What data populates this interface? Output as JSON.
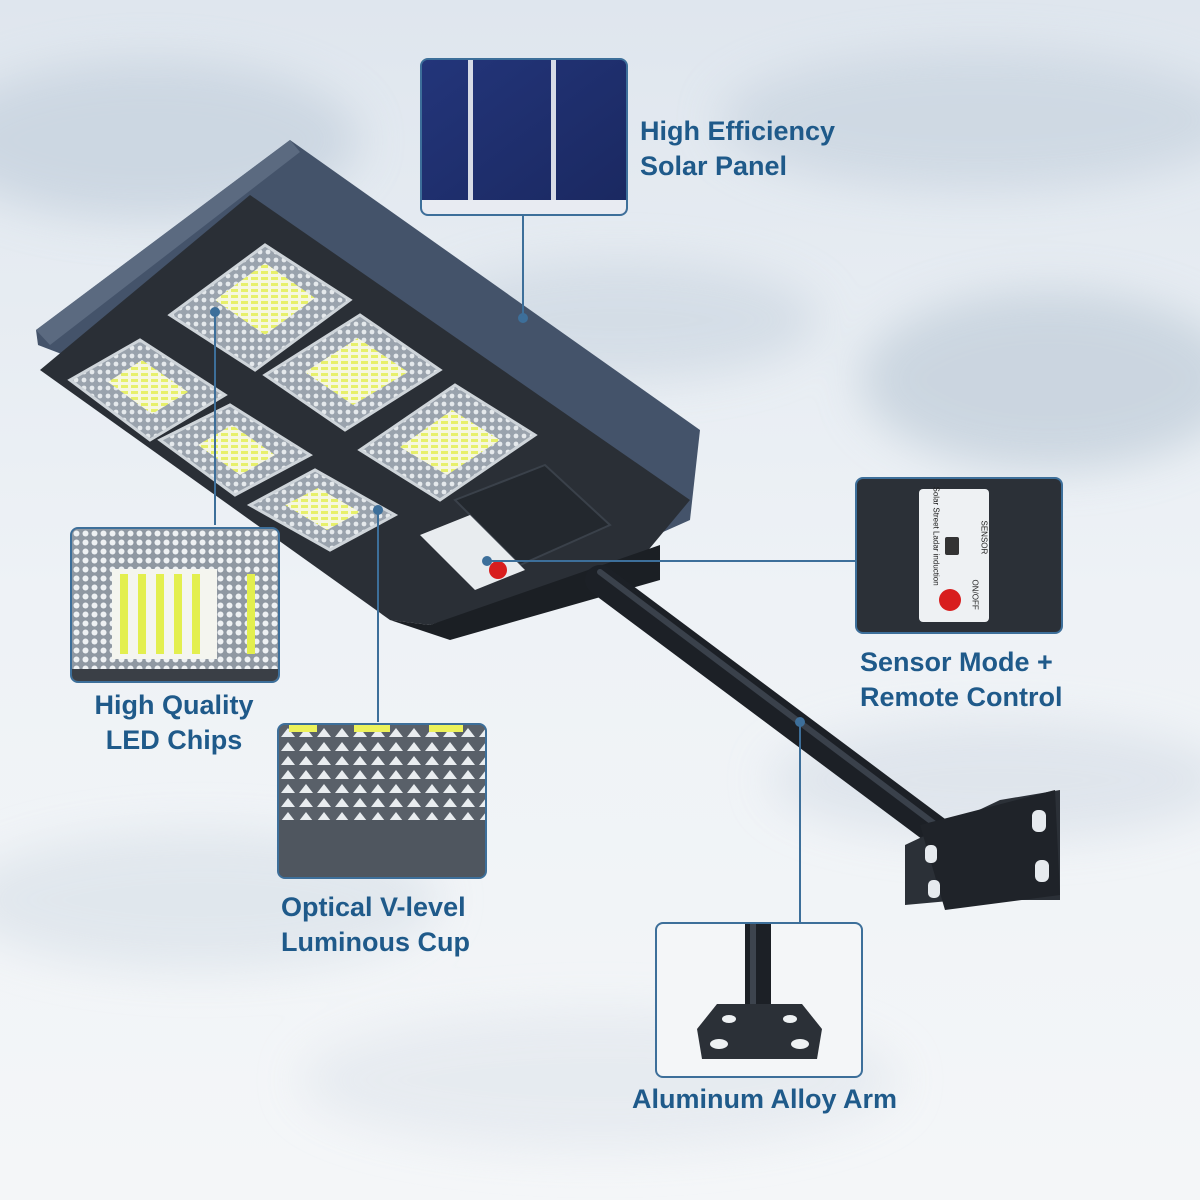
{
  "callouts": {
    "solar_panel": {
      "line1": "High Efficiency",
      "line2": "Solar Panel"
    },
    "led_chips": {
      "line1": "High Quality",
      "line2": "LED Chips"
    },
    "luminous_cup": {
      "line1": "Optical V-level",
      "line2": "Luminous Cup"
    },
    "sensor": {
      "line1": "Sensor Mode +",
      "line2": "Remote Control"
    },
    "arm": {
      "line1": "Aluminum Alloy Arm"
    }
  },
  "sensor_panel": {
    "vertical_text": "Solar Street Ladar induction",
    "sensor_label": "SENSOR",
    "button_label": "ON/OFF"
  },
  "colors": {
    "label": "#1f5a8a",
    "leader": "#3d6f9a",
    "lamp_body": "#2b3036",
    "panel": "#1e2f6e",
    "button": "#d81e1e"
  }
}
